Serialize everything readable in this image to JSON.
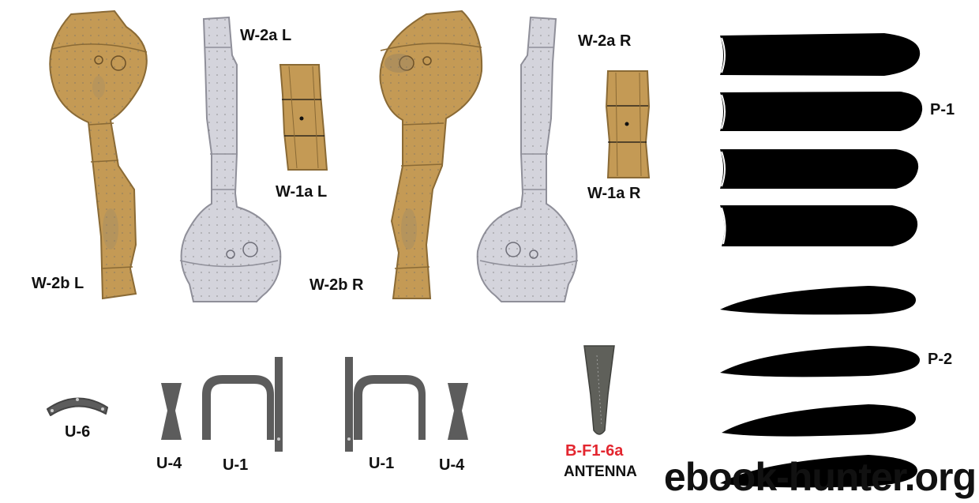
{
  "labels": {
    "w2a_l": "W-2a L",
    "w2a_r": "W-2a R",
    "w1a_l": "W-1a L",
    "w1a_r": "W-1a R",
    "w2b_l": "W-2b L",
    "w2b_r": "W-2b R",
    "p1": "P-1",
    "p2": "P-2",
    "u6": "U-6",
    "u4_left": "U-4",
    "u1_left": "U-1",
    "u1_right": "U-1",
    "u4_right": "U-4",
    "bf16a": "B-F1-6a",
    "antenna": "ANTENNA"
  },
  "watermark": "ebook-hunter.org",
  "colors": {
    "tan": "#c49a55",
    "tan_edge": "#8a6a35",
    "grey": "#d4d4dc",
    "grey_edge": "#8f8f99",
    "dark_part": "#5c5c5c",
    "black": "#000000",
    "red_label": "#e3262f"
  }
}
